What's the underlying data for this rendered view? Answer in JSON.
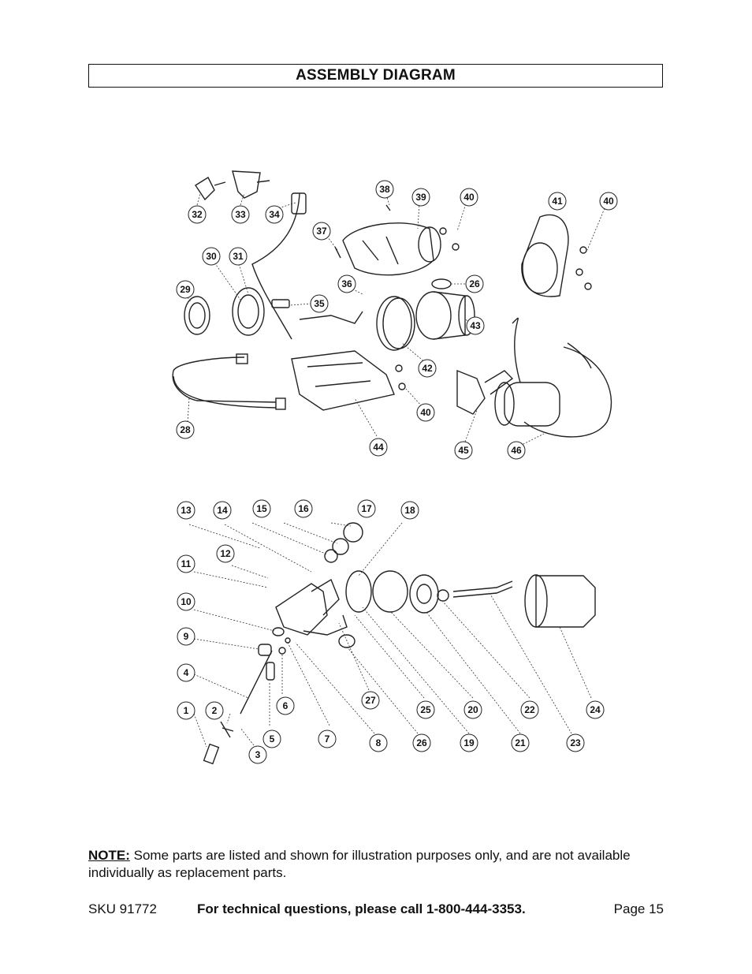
{
  "header": {
    "title": "ASSEMBLY DIAGRAM"
  },
  "diagram": {
    "upper_callouts": [
      "32",
      "33",
      "34",
      "37",
      "38",
      "39",
      "40",
      "41",
      "40",
      "30",
      "31",
      "29",
      "35",
      "36",
      "26",
      "42",
      "43",
      "28",
      "44",
      "40",
      "45",
      "46"
    ],
    "lower_callouts": [
      "13",
      "14",
      "15",
      "16",
      "17",
      "18",
      "12",
      "11",
      "10",
      "9",
      "4",
      "1",
      "2",
      "3",
      "5",
      "6",
      "7",
      "8",
      "27",
      "26",
      "25",
      "19",
      "20",
      "21",
      "22",
      "23",
      "24"
    ]
  },
  "note": {
    "label": "NOTE:",
    "text": " Some parts are listed and shown for illustration purposes only, and are not available individually as replacement parts."
  },
  "footer": {
    "sku": "SKU  91772",
    "tech": "For technical questions, please call 1-800-444-3353.",
    "page": "Page 15"
  }
}
